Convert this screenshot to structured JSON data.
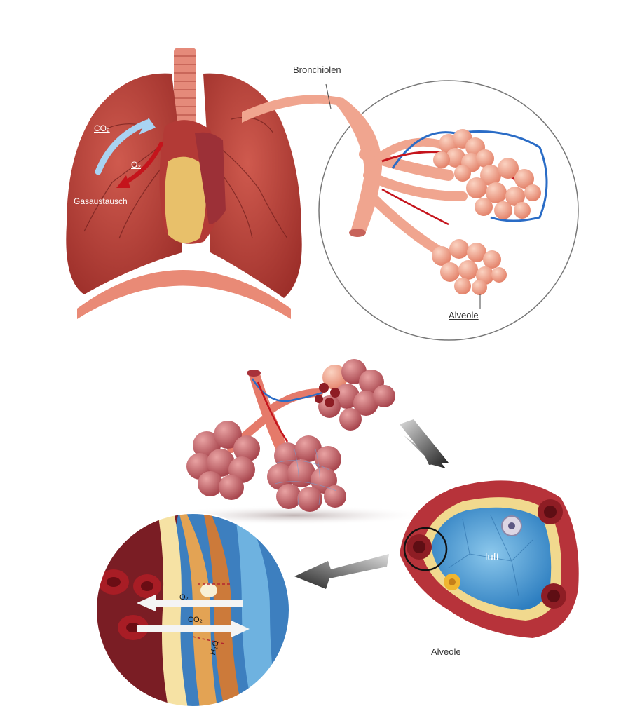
{
  "labels": {
    "bronchiolen": "Bronchiolen",
    "co2_lung": "CO₂",
    "o2_lung": "O₂",
    "gasaustausch": "Gasaustausch",
    "alveole_top": "Alveole",
    "alveole_bottom": "Alveole",
    "luft": "luft",
    "o2_zoom": "O₂",
    "co2_zoom": "CO₂",
    "h2o_zoom": "H₂O"
  },
  "colors": {
    "lung": "#b8413a",
    "lung_dark": "#8e2a26",
    "trachea": "#e58a7a",
    "heart": "#e8c06a",
    "alveolus": "#f2a98f",
    "vein_blue": "#2a6cc6",
    "artery_red": "#c5141c",
    "air_blue": "#4f9fd6"
  }
}
